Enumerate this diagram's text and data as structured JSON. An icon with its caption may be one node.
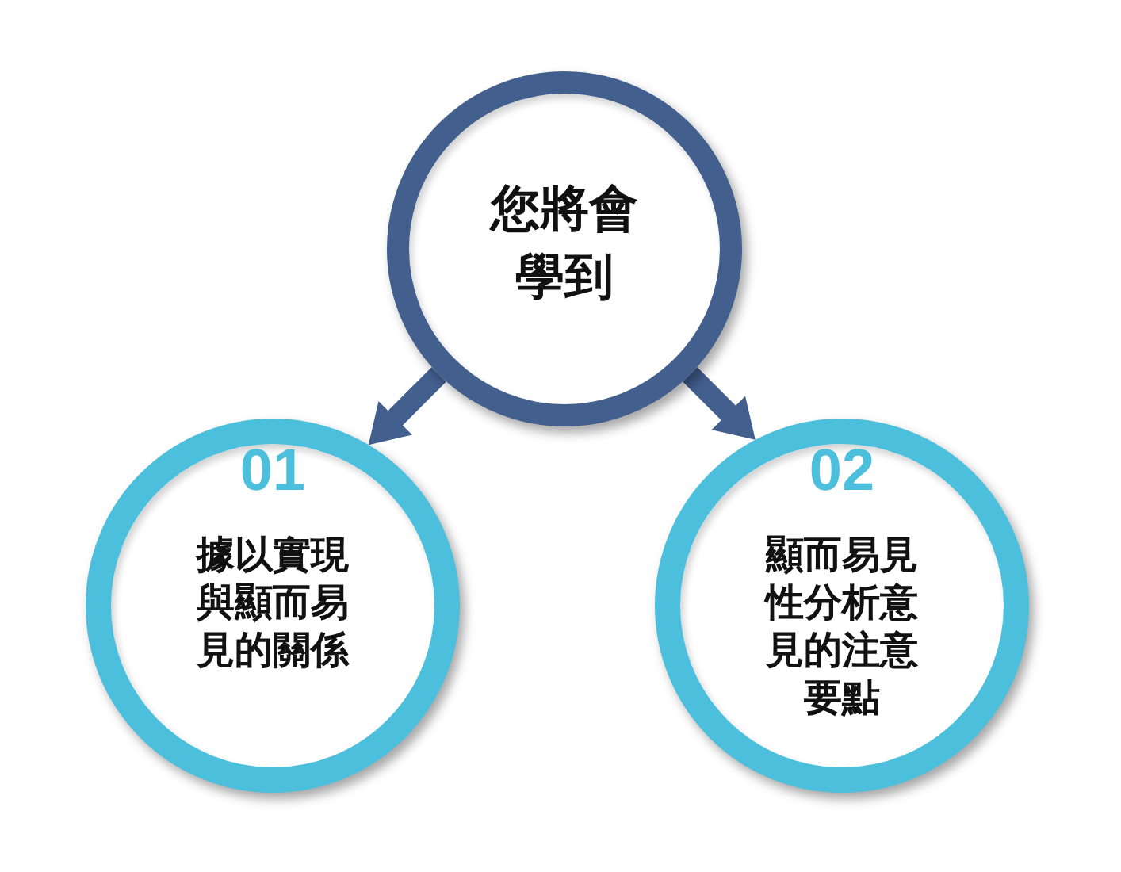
{
  "diagram": {
    "nodes": [
      {
        "text": [
          "您將會學到"
        ]
      },
      {
        "text": [
          "01",
          "據以實現與顯而易見的關係"
        ]
      },
      {
        "text": [
          "02",
          "顯而易見性分析意見的注意要點"
        ]
      }
    ],
    "edges": [
      {
        "from": 0,
        "to": 1,
        "arrow": "to"
      },
      {
        "from": 0,
        "to": 2,
        "arrow": "to"
      }
    ]
  }
}
